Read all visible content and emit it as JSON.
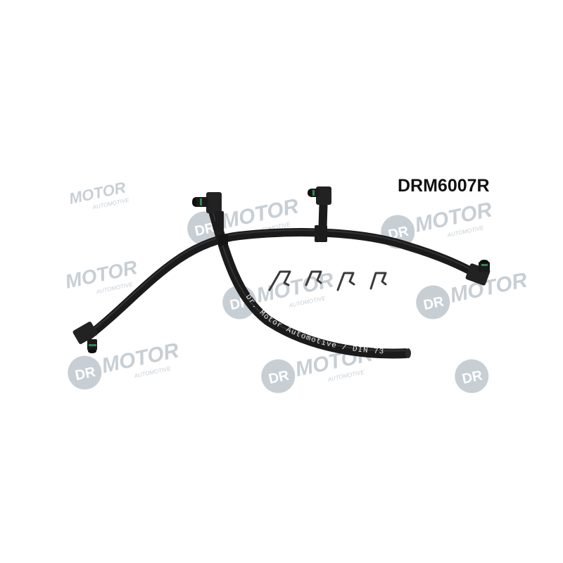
{
  "product": {
    "part_number": "DRM6007R",
    "hose_print": "Dr. Motor Automotive / DIN 73"
  },
  "watermark": {
    "brand": "MOTOR",
    "brand_prefix": "DR",
    "subline": "AUTOMOTIVE",
    "color": "#9aa8b4"
  },
  "colors": {
    "hose": "#1b1b1b",
    "background": "#ffffff",
    "clip": "#3a3a3a"
  }
}
